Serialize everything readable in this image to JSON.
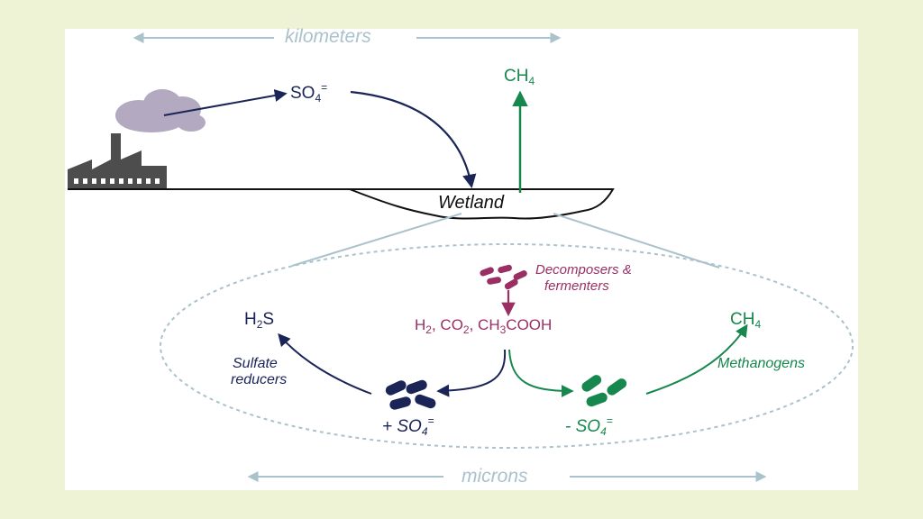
{
  "labels": {
    "kilometers": "kilometers",
    "microns": "microns",
    "wetland": "Wetland",
    "ch4_top_main": "CH",
    "ch4_top_sub": "4",
    "so4_top_main": "SO",
    "so4_top_sub": "4",
    "so4_top_sup": "=",
    "decomposers_line1": "Decomposers &",
    "decomposers_line2": "fermenters",
    "substrates_h2": "H",
    "substrates_h2_sub": "2",
    "substrates_co2": ", CO",
    "substrates_co2_sub": "2",
    "substrates_ch3": ", CH",
    "substrates_ch3_sub": "3",
    "substrates_cooh": "COOH",
    "h2s_h": "H",
    "h2s_sub": "2",
    "h2s_s": "S",
    "ch4_right_main": "CH",
    "ch4_right_sub": "4",
    "sulfate_line1": "Sulfate",
    "sulfate_line2": "reducers",
    "methanogens": "Methanogens",
    "plus_so4_main": "+ SO",
    "plus_so4_sub": "4",
    "plus_so4_sup": "=",
    "minus_so4_main": "- SO",
    "minus_so4_sub": "4",
    "minus_so4_sup": "="
  },
  "colors": {
    "page_background": "#eef3d6",
    "panel": "#ffffff",
    "scale_arrows": "#a9c2cc",
    "sulfate_pathway": "#1a2457",
    "methane_pathway": "#16874d",
    "decomposers": "#9a2f64",
    "cloud": "#b3a9c0",
    "factory": "#4d4d4d"
  },
  "icons": [
    "factory-icon",
    "smoke-cloud-icon",
    "decomposer-bacteria-icon",
    "sulfate-reducer-bacteria-icon",
    "methanogen-bacteria-icon"
  ]
}
